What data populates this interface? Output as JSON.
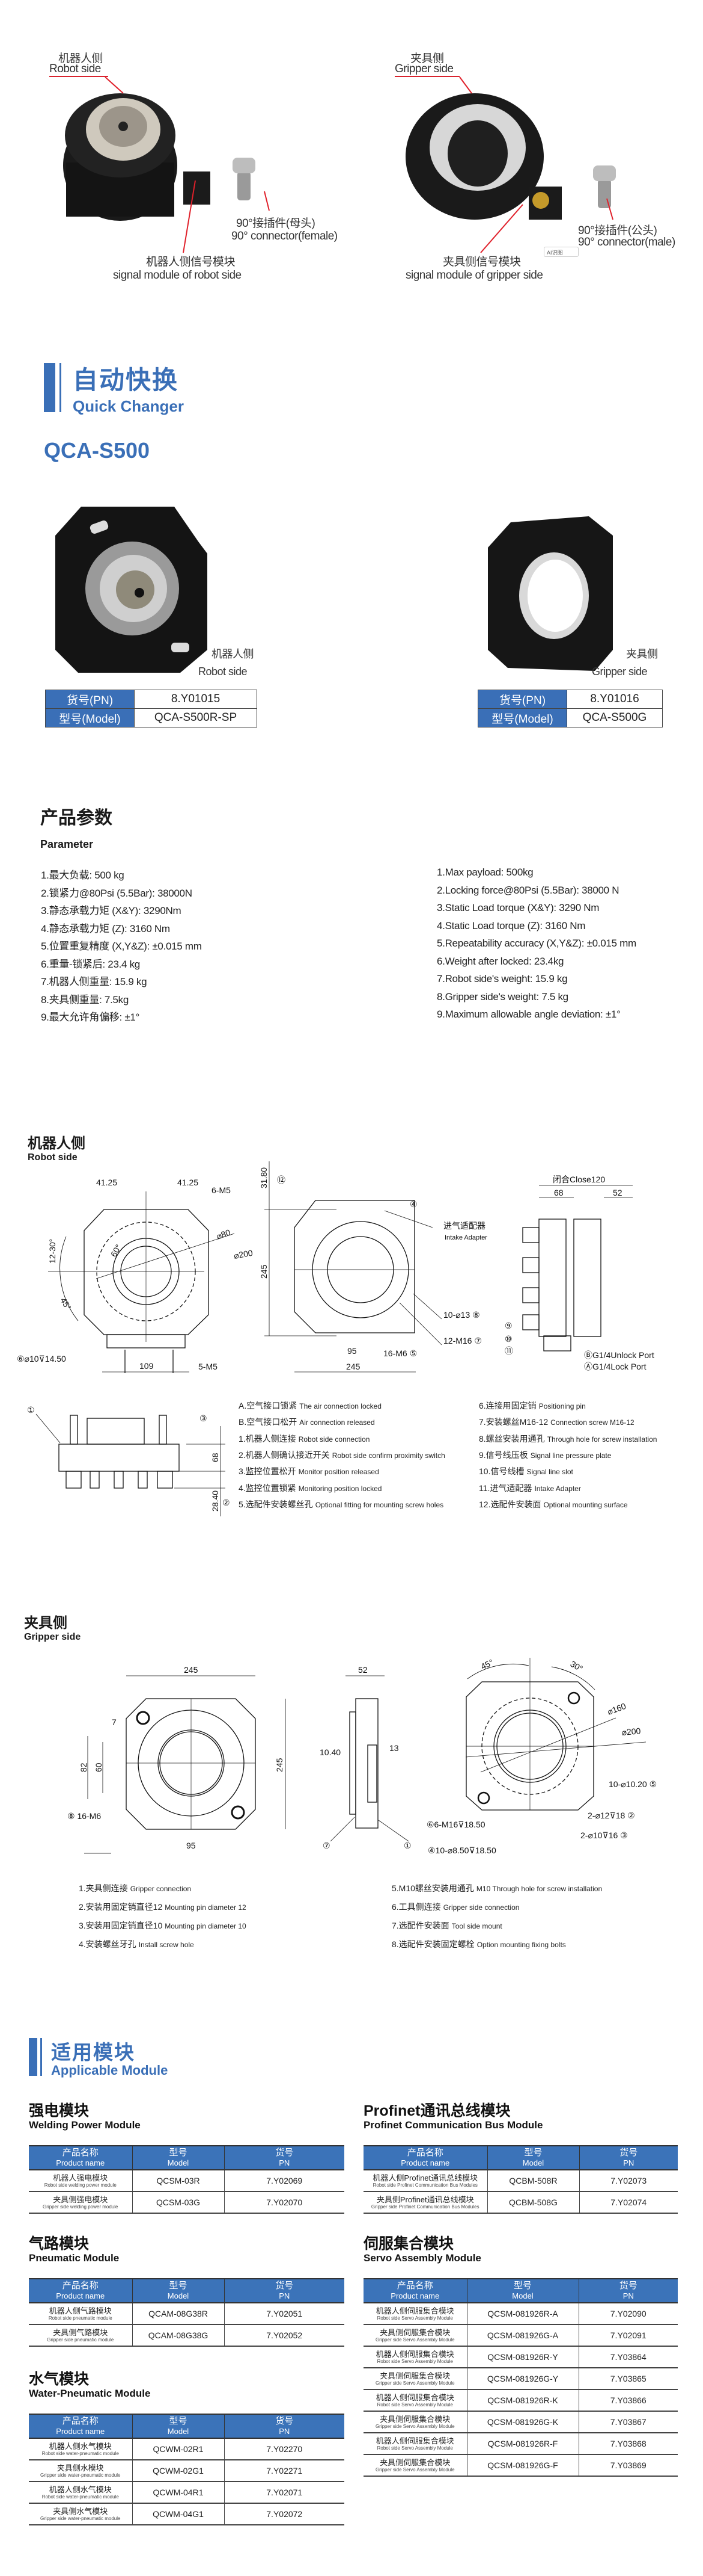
{
  "top": {
    "robot_label_cn": "机器人侧",
    "robot_label_en": "Robot side",
    "gripper_label_cn": "夹具侧",
    "gripper_label_en": "Gripper side",
    "connector_female_cn": "90°接插件(母头)",
    "connector_female_en": "90° connector(female)",
    "connector_male_cn": "90°接插件(公头)",
    "connector_male_en": "90° connector(male)",
    "robot_signal_cn": "机器人侧信号模块",
    "robot_signal_en": "signal module of robot side",
    "gripper_signal_cn": "夹具侧信号模块",
    "gripper_signal_en": "signal module of gripper side",
    "ai_button": "AI识图"
  },
  "section": {
    "title_cn": "自动快换",
    "title_en": "Quick Changer",
    "model": "QCA-S500"
  },
  "products": [
    {
      "label_cn": "机器人侧",
      "label_en": "Robot side",
      "pn_label": "货号(PN)",
      "pn": "8.Y01015",
      "model_label": "型号(Model)",
      "model": "QCA-S500R-SP"
    },
    {
      "label_cn": "夹具侧",
      "label_en": "Gripper side",
      "pn_label": "货号(PN)",
      "pn": "8.Y01016",
      "model_label": "型号(Model)",
      "model": "QCA-S500G"
    }
  ],
  "params": {
    "title_cn": "产品参数",
    "title_en": "Parameter",
    "cn": [
      "1.最大负载: 500 kg",
      "2.锁紧力@80Psi (5.5Bar): 38000N",
      "3.静态承载力矩 (X&Y): 3290Nm",
      "4.静态承载力矩 (Z): 3160 Nm",
      "5.位置重复精度 (X,Y&Z): ±0.015 mm",
      "6.重量-锁紧后: 23.4 kg",
      "7.机器人侧重量: 15.9 kg",
      "8.夹具侧重量: 7.5kg",
      "9.最大允许角偏移: ±1°"
    ],
    "en": [
      "1.Max payload: 500kg",
      "2.Locking force@80Psi (5.5Bar): 38000 N",
      "3.Static Load torque (X&Y): 3290 Nm",
      "4.Static Load torque (Z): 3160 Nm",
      "5.Repeatability accuracy (X,Y&Z): ±0.015 mm",
      "6.Weight after locked: 23.4kg",
      "7.Robot side's weight: 15.9 kg",
      "8.Gripper side's weight: 7.5 kg",
      "9.Maximum allowable angle deviation: ±1°"
    ]
  },
  "robot_drawing": {
    "title_cn": "机器人侧",
    "title_en": "Robot side",
    "dims": {
      "d41_left": "41.25",
      "d41_right": "41.25",
      "m5_top": "6-M5",
      "angle_12_30": "12-30°",
      "angle_60": "60°",
      "phi80": "⌀80",
      "phi200": "⌀200",
      "angle_45": "45°",
      "pin6": "⑥⌀10⊽14.50",
      "d109": "109",
      "m5_bottom": "5-M5",
      "d31_80": "31.80",
      "c12": "⑫",
      "d245_v": "245",
      "d95": "95",
      "d245_h": "245",
      "c4": "④",
      "intake_cn": "进气适配器",
      "intake_en": "Intake Adapter",
      "hole8": "10-⌀13 ⑧",
      "screw7": "12-M16 ⑦",
      "m6_5": "16-M6 ⑤",
      "close120": "闭合Close120",
      "d68": "68",
      "d52": "52",
      "c9": "⑨",
      "c10": "⑩",
      "c11": "⑪",
      "unlock": "ⒷG1/4Unlock Port",
      "lock": "ⒶG1/4Lock Port",
      "c1": "①",
      "c3": "③",
      "d68_v": "68",
      "d28_40": "28.40",
      "c2": "②"
    },
    "legend_left": [
      {
        "cn": "A.空气接口锁紧",
        "en": "The air connection locked"
      },
      {
        "cn": "B.空气接口松开",
        "en": "Air connection released"
      },
      {
        "cn": "1.机器人侧连接",
        "en": "Robot side connection"
      },
      {
        "cn": "2.机器人侧确认接近开关",
        "en": "Robot side confirm proximity switch"
      },
      {
        "cn": "3.监控位置松开",
        "en": "Monitor position released"
      },
      {
        "cn": "4.监控位置锁紧",
        "en": "Monitoring position locked"
      },
      {
        "cn": "5.选配件安装螺丝孔",
        "en": "Optional fitting for mounting screw holes"
      }
    ],
    "legend_right": [
      {
        "cn": "6.连接用固定销",
        "en": "Positioning pin"
      },
      {
        "cn": "7.安装螺丝M16-12",
        "en": "Connection screw M16-12"
      },
      {
        "cn": "8.螺丝安装用通孔",
        "en": "Through hole for screw installation"
      },
      {
        "cn": "9.信号线压板",
        "en": "Signal line pressure plate"
      },
      {
        "cn": "10.信号线槽",
        "en": "Signal line slot"
      },
      {
        "cn": "11.进气适配器",
        "en": "Intake Adapter"
      },
      {
        "cn": "12.选配件安装面",
        "en": "Optional mounting surface"
      }
    ]
  },
  "gripper_drawing": {
    "title_cn": "夹具侧",
    "title_en": "Gripper side",
    "dims": {
      "d245_top": "245",
      "d7": "7",
      "d82": "82",
      "d60": "60",
      "d245_v": "245",
      "m6_8": "⑧ 16-M6",
      "d95": "95",
      "d52": "52",
      "d13": "13",
      "d10_40": "10.40",
      "c7": "⑦",
      "c1": "①",
      "angle45": "45°",
      "angle30": "30°",
      "phi160": "⌀160",
      "phi200": "⌀200",
      "hole5": "10-⌀10.20 ⑤",
      "pin2": "2-⌀12⊽18 ②",
      "m16_6": "⑥6-M16⊽18.50",
      "hole4": "④10-⌀8.50⊽18.50",
      "pin3": "2-⌀10⊽16 ③"
    },
    "legend_left": [
      {
        "cn": "1.夹具侧连接",
        "en": "Gripper connection"
      },
      {
        "cn": "2.安装用固定销直径12",
        "en": "Mounting pin diameter 12"
      },
      {
        "cn": "3.安装用固定销直径10",
        "en": "Mounting pin diameter 10"
      },
      {
        "cn": "4.安装螺丝牙孔",
        "en": "Install screw hole"
      }
    ],
    "legend_right": [
      {
        "cn": "5.M10螺丝安装用通孔",
        "en": "M10 Through hole for screw installation"
      },
      {
        "cn": "6.工具侧连接",
        "en": "Gripper side connection"
      },
      {
        "cn": "7.选配件安装面",
        "en": "Tool side mount"
      },
      {
        "cn": "8.选配件安装固定螺栓",
        "en": "Option mounting fixing bolts"
      }
    ]
  },
  "modules": {
    "title_cn": "适用模块",
    "title_en": "Applicable Module",
    "header": {
      "name_cn": "产品名称",
      "name_en": "Product name",
      "model_cn": "型号",
      "model_en": "Model",
      "pn_cn": "货号",
      "pn_en": "PN"
    },
    "groups": [
      {
        "title_cn": "强电模块",
        "title_en": "Welding Power Module",
        "rows": [
          {
            "cn": "机器人强电模块",
            "en": "Robot side welding power module",
            "model": "QCSM-03R",
            "pn": "7.Y02069"
          },
          {
            "cn": "夹具侧强电模块",
            "en": "Gripper side welding power module",
            "model": "QCSM-03G",
            "pn": "7.Y02070"
          }
        ]
      },
      {
        "title_cn": "气路模块",
        "title_en": "Pneumatic Module",
        "rows": [
          {
            "cn": "机器人侧气路模块",
            "en": "Robot side pneumatic module",
            "model": "QCAM-08G38R",
            "pn": "7.Y02051"
          },
          {
            "cn": "夹具侧气路模块",
            "en": "Gripper side pneumatic module",
            "model": "QCAM-08G38G",
            "pn": "7.Y02052"
          }
        ]
      },
      {
        "title_cn": "水气模块",
        "title_en": "Water-Pneumatic Module",
        "rows": [
          {
            "cn": "机器人侧水气模块",
            "en": "Robot side water-pneumatic module",
            "model": "QCWM-02R1",
            "pn": "7.Y02270"
          },
          {
            "cn": "夹具侧水模块",
            "en": "Gripper side water-pneumatic module",
            "model": "QCWM-02G1",
            "pn": "7.Y02271"
          },
          {
            "cn": "机器人侧水气模块",
            "en": "Robot side water-pneumatic module",
            "model": "QCWM-04R1",
            "pn": "7.Y02071"
          },
          {
            "cn": "夹具侧水气模块",
            "en": "Gripper side water-pneumatic module",
            "model": "QCWM-04G1",
            "pn": "7.Y02072"
          }
        ]
      },
      {
        "title_cn": "Profinet通讯总线模块",
        "title_en": "Profinet Communication Bus Module",
        "rows": [
          {
            "cn": "机器人侧Profinet通讯总线模块",
            "en": "Robot side Profinet Communication Bus Modules",
            "model": "QCBM-508R",
            "pn": "7.Y02073"
          },
          {
            "cn": "夹具侧Profinet通讯总线模块",
            "en": "Gripper side Profinet Communication Bus Modules",
            "model": "QCBM-508G",
            "pn": "7.Y02074"
          }
        ]
      },
      {
        "title_cn": "伺服集合模块",
        "title_en": "Servo Assembly Module",
        "rows": [
          {
            "cn": "机器人侧伺服集合模块",
            "en": "Robot side Servo Assembly Module",
            "model": "QCSM-081926R-A",
            "pn": "7.Y02090"
          },
          {
            "cn": "夹具侧伺服集合模块",
            "en": "Gripper side Servo Assembly Module",
            "model": "QCSM-081926G-A",
            "pn": "7.Y02091"
          },
          {
            "cn": "机器人侧伺服集合模块",
            "en": "Robot side Servo Assembly Module",
            "model": "QCSM-081926R-Y",
            "pn": "7.Y03864"
          },
          {
            "cn": "夹具侧伺服集合模块",
            "en": "Gripper side Servo Assembly Module",
            "model": "QCSM-081926G-Y",
            "pn": "7.Y03865"
          },
          {
            "cn": "机器人侧伺服集合模块",
            "en": "Robot side Servo Assembly Module",
            "model": "QCSM-081926R-K",
            "pn": "7.Y03866"
          },
          {
            "cn": "夹具侧伺服集合模块",
            "en": "Gripper side Servo Assembly Module",
            "model": "QCSM-081926G-K",
            "pn": "7.Y03867"
          },
          {
            "cn": "机器人侧伺服集合模块",
            "en": "Robot side Servo Assembly Module",
            "model": "QCSM-081926R-F",
            "pn": "7.Y03868"
          },
          {
            "cn": "夹具侧伺服集合模块",
            "en": "Gripper side Servo Assembly Module",
            "model": "QCSM-081926G-F",
            "pn": "7.Y03869"
          }
        ]
      }
    ]
  }
}
